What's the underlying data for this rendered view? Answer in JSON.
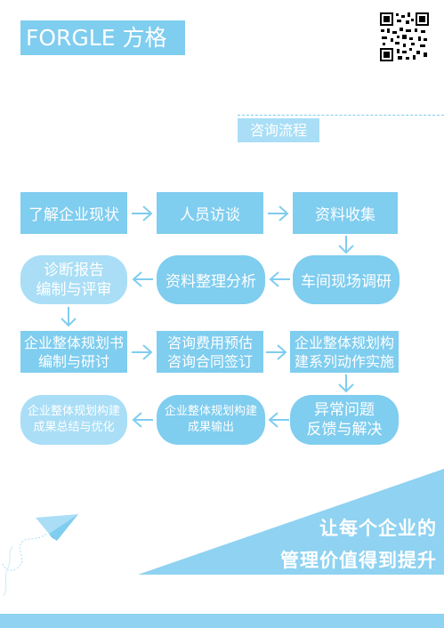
{
  "header": {
    "brand": "FORGLE 方格",
    "qr_icon": "qr-code-icon"
  },
  "section": {
    "title": "咨询流程"
  },
  "steps": [
    {
      "l1": "了解企业现状",
      "l2": ""
    },
    {
      "l1": "人员访谈",
      "l2": ""
    },
    {
      "l1": "资料收集",
      "l2": ""
    },
    {
      "l1": "车间现场调研",
      "l2": ""
    },
    {
      "l1": "资料整理分析",
      "l2": ""
    },
    {
      "l1": "诊断报告",
      "l2": "编制与评审"
    },
    {
      "l1": "企业整体规划书",
      "l2": "编制与研讨"
    },
    {
      "l1": "咨询费用预估",
      "l2": "咨询合同签订"
    },
    {
      "l1": "企业整体规划构",
      "l2": "建系列动作实施"
    },
    {
      "l1": "异常问题",
      "l2": "反馈与解决"
    },
    {
      "l1": "企业整体规划构建",
      "l2": "成果输出"
    },
    {
      "l1": "企业整体规划构建",
      "l2": "成果总结与优化"
    }
  ],
  "slogan": {
    "line1": "让每个企业的",
    "line2": "管理价值得到提升"
  },
  "colors": {
    "accent": "#7fcdef",
    "light": "#a9def6"
  }
}
